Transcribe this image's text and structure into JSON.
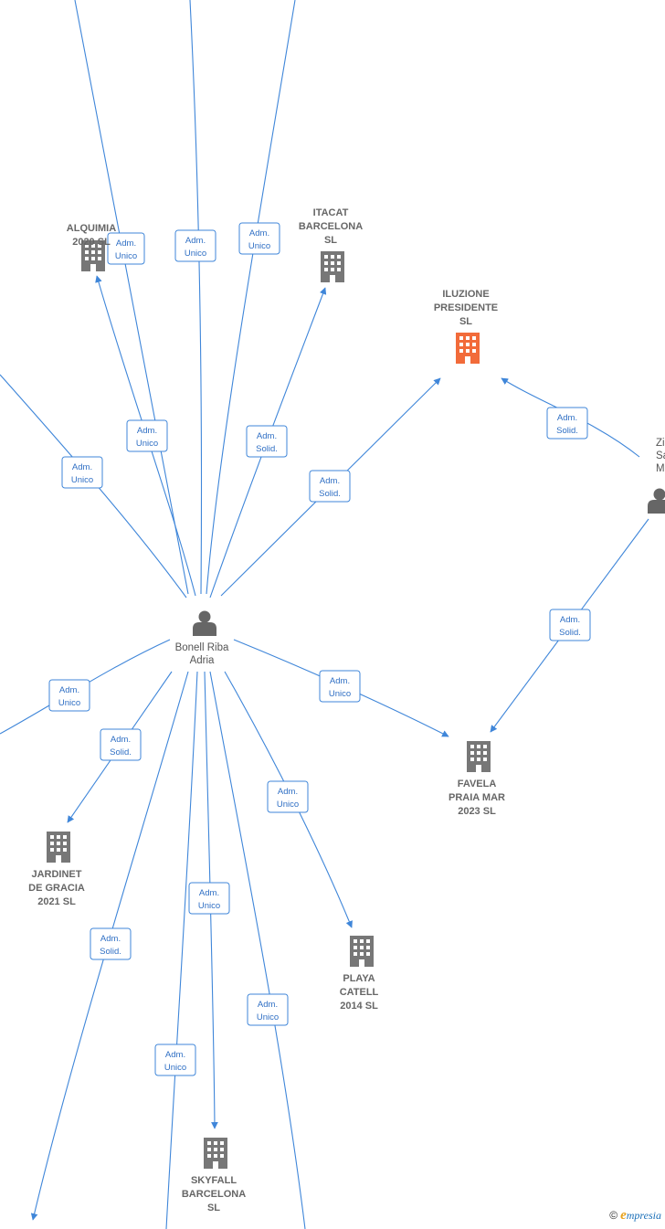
{
  "colors": {
    "edge": "#3f86d9",
    "company": "#777777",
    "highlight": "#f26b3a",
    "person": "#666666"
  },
  "nodes": [
    {
      "id": "alquimia",
      "kind": "company",
      "lines": [
        "ALQUIMIA",
        "2020  SL"
      ]
    },
    {
      "id": "itacat",
      "kind": "company",
      "lines": [
        "ITACAT",
        "BARCELONA",
        "SL"
      ]
    },
    {
      "id": "iluzione",
      "kind": "company",
      "highlight": true,
      "lines": [
        "ILUZIONE",
        "PRESIDENTE",
        "SL"
      ]
    },
    {
      "id": "ziga",
      "kind": "person",
      "lines": [
        "Ziga",
        "Sap",
        "Maxim"
      ]
    },
    {
      "id": "bonell",
      "kind": "person",
      "lines": [
        "Bonell Riba",
        "Adria"
      ]
    },
    {
      "id": "favela",
      "kind": "company",
      "lines": [
        "FAVELA",
        "PRAIA MAR",
        "2023  SL"
      ]
    },
    {
      "id": "jardinet",
      "kind": "company",
      "lines": [
        "JARDINET",
        "DE GRACIA",
        "2021  SL"
      ]
    },
    {
      "id": "playa",
      "kind": "company",
      "lines": [
        "PLAYA",
        "CATELL",
        "2014  SL"
      ]
    },
    {
      "id": "skyfall",
      "kind": "company",
      "lines": [
        "SKYFALL",
        "BARCELONA",
        "SL"
      ]
    }
  ],
  "edges": [
    {
      "id": "e1",
      "lines": [
        "Adm.",
        "Unico"
      ]
    },
    {
      "id": "e2",
      "lines": [
        "Adm.",
        "Unico"
      ]
    },
    {
      "id": "e3",
      "lines": [
        "Adm.",
        "Unico"
      ]
    },
    {
      "id": "e4",
      "lines": [
        "Adm.",
        "Unico"
      ]
    },
    {
      "id": "e5",
      "lines": [
        "Adm.",
        "Solid."
      ]
    },
    {
      "id": "e6",
      "lines": [
        "Adm.",
        "Unico"
      ]
    },
    {
      "id": "e7",
      "lines": [
        "Adm.",
        "Solid."
      ]
    },
    {
      "id": "e8",
      "lines": [
        "Adm.",
        "Solid."
      ]
    },
    {
      "id": "e9",
      "lines": [
        "Adm.",
        "Solid."
      ]
    },
    {
      "id": "e10",
      "lines": [
        "Adm.",
        "Unico"
      ]
    },
    {
      "id": "e11",
      "lines": [
        "Adm.",
        "Unico"
      ]
    },
    {
      "id": "e12",
      "lines": [
        "Adm.",
        "Solid."
      ]
    },
    {
      "id": "e13",
      "lines": [
        "Adm.",
        "Unico"
      ]
    },
    {
      "id": "e14",
      "lines": [
        "Adm.",
        "Unico"
      ]
    },
    {
      "id": "e15",
      "lines": [
        "Adm.",
        "Solid."
      ]
    },
    {
      "id": "e16",
      "lines": [
        "Adm.",
        "Unico"
      ]
    },
    {
      "id": "e17",
      "lines": [
        "Adm.",
        "Unico"
      ]
    },
    {
      "id": "e18",
      "lines": [
        "Adm.",
        "Unico"
      ]
    }
  ],
  "watermark": {
    "copyright": "©",
    "brand_initial": "e",
    "brand_rest": "mpresia"
  }
}
